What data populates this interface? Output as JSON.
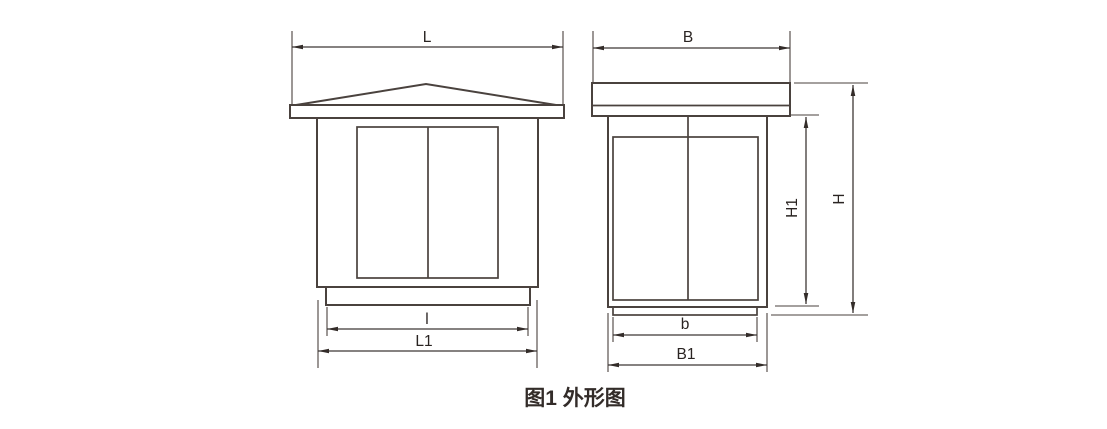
{
  "figure": {
    "caption": "图1 外形图",
    "colors": {
      "line": "#4a423e",
      "text": "#2a2422",
      "background": "#ffffff"
    },
    "front_view_dims": {
      "cap_width": "L",
      "base_width": "l",
      "overall_width": "L1"
    },
    "side_view_dims": {
      "cap_width": "B",
      "base_width": "b",
      "overall_width": "B1",
      "body_height": "H1",
      "overall_height": "H"
    }
  }
}
